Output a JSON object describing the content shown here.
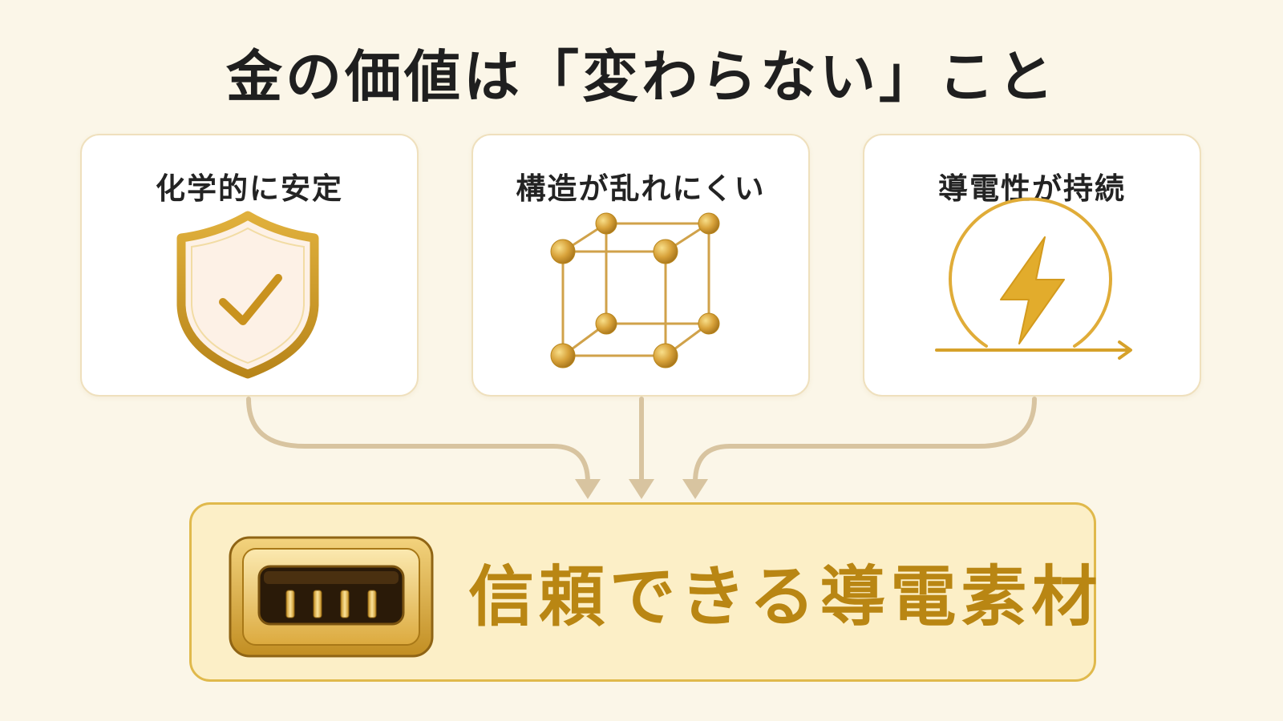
{
  "title": "金の価値は「変わらない」こと",
  "cards": [
    {
      "label": "化学的に安定",
      "icon": "shield-check-icon"
    },
    {
      "label": "構造が乱れにくい",
      "icon": "crystal-lattice-icon"
    },
    {
      "label": "導電性が持続",
      "icon": "lightning-bolt-icon"
    }
  ],
  "result": {
    "label": "信頼できる導電素材",
    "icon": "gold-connector-icon"
  },
  "colors": {
    "background": "#fbf6e8",
    "gold": "#d6a12a",
    "gold_dark": "#a8780f",
    "result_fill": "#fcefc7",
    "result_border": "#e0b94c",
    "result_text": "#b98613",
    "arrow": "#d8c4a0"
  }
}
